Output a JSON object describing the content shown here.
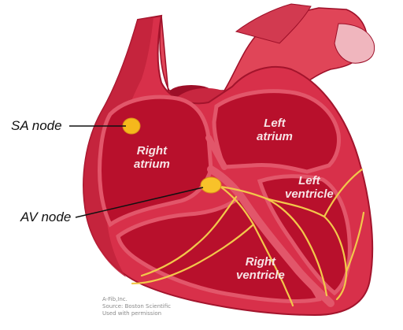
{
  "labels": {
    "sa_node": "SA node",
    "av_node": "AV node",
    "right_atrium": [
      "Right",
      "atrium"
    ],
    "left_atrium": [
      "Left",
      "atrium"
    ],
    "left_ventricle": [
      "Left",
      "ventricle"
    ],
    "right_ventricle": [
      "Right",
      "ventricle"
    ]
  },
  "credit": [
    "A-Fib,Inc.",
    "Source: Boston Scientific",
    "Used with permission"
  ],
  "colors": {
    "outer_tissue": "#d8304a",
    "chamber_fill": "#b8102c",
    "septum": "#e2566a",
    "vessel": "#e04558",
    "node": "#f5b81c",
    "conduction_path": "#f2c84b",
    "label_inside": "#f7e4e6"
  }
}
